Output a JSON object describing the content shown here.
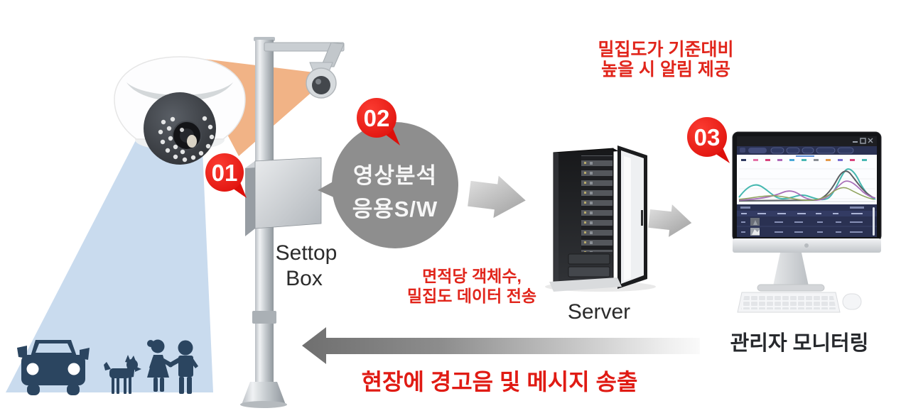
{
  "steps": {
    "s1": "01",
    "s2": "02",
    "s3": "03"
  },
  "bubble": {
    "line1": "영상분석",
    "line2": "응용S/W"
  },
  "labels": {
    "settop_line1": "Settop",
    "settop_line2": "Box",
    "server": "Server",
    "admin_monitoring": "관리자 모니터링"
  },
  "notes": {
    "alert_line1": "밀집도가 기준대비",
    "alert_line2": "높을 시 알림 제공",
    "send_line1": "면적당 객체수,",
    "send_line2": "밀집도 데이터 전송",
    "broadcast": "현장에 경고음 및 메시지 송출"
  },
  "icons": {
    "dome_camera": "dome-cctv-camera",
    "pole_camera": "pole-mounted-camera",
    "settop_box": "settop-box",
    "speech_bubble": "analysis-software-bubble",
    "server_rack": "server-rack",
    "monitor": "desktop-monitor-dashboard",
    "car": "car-silhouette",
    "dog": "dog-silhouette",
    "pedestrians": "children-holding-hands-silhouette"
  },
  "colors": {
    "badge_red": "#e8140e",
    "note_red": "#e1251b",
    "bubble_gray": "#8e8e8e",
    "cone_blue": "#c6d9ed",
    "cone_orange": "#f0ac7c",
    "silhouette_navy": "#2b4560",
    "dashboard_navy": "#2a3152",
    "arrow_gray": "#a8a8a8"
  }
}
